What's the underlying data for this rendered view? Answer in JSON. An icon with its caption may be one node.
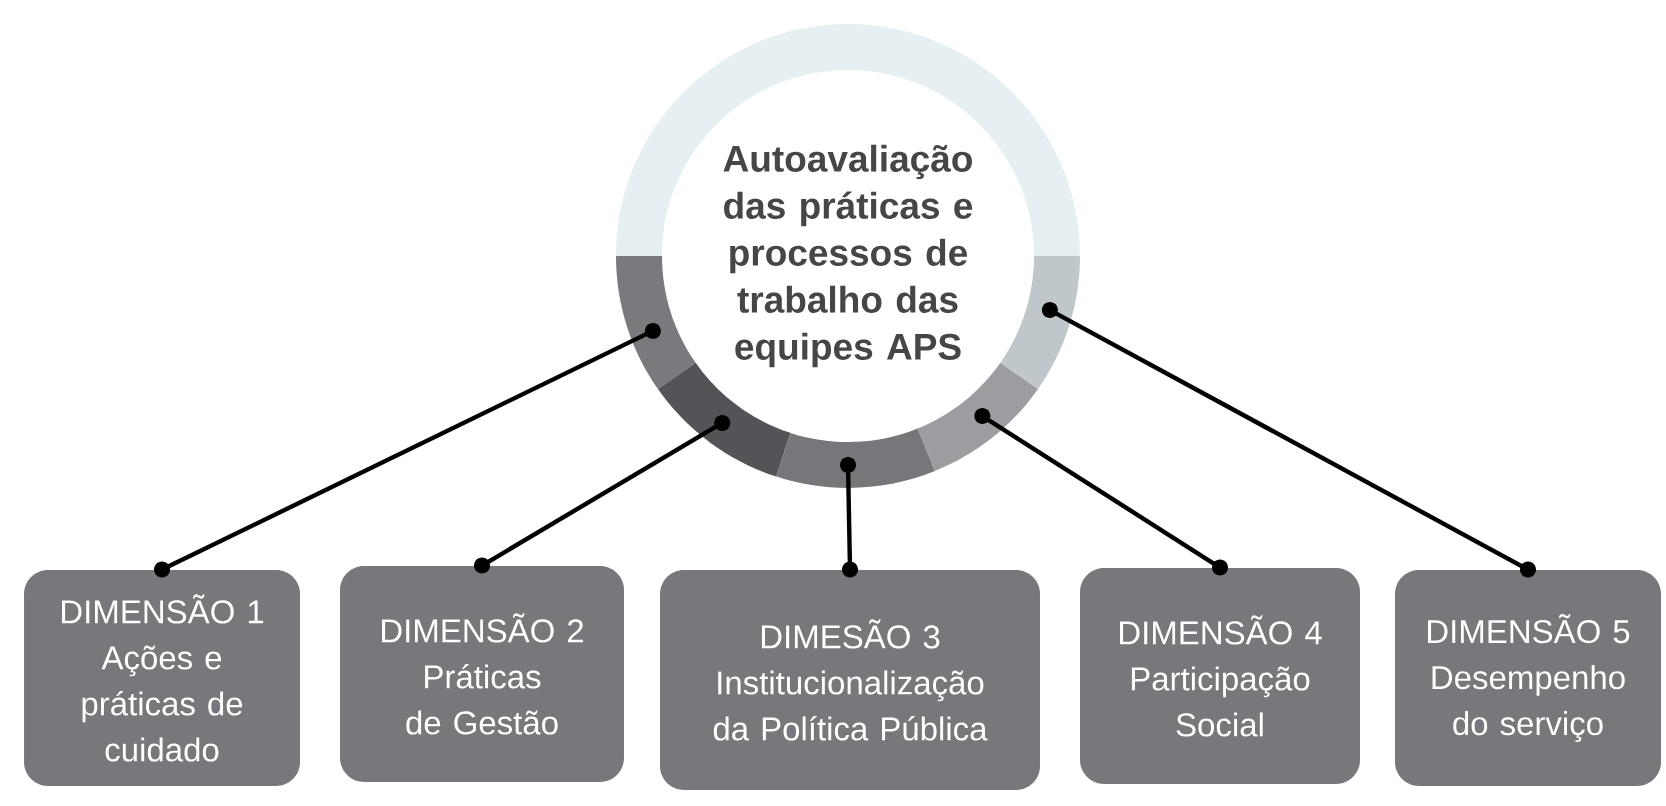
{
  "diagram": {
    "nodes": [
      {
        "text": [
          "Autoavaliação das práticas e processos de trabalho das equipes APS"
        ]
      },
      {
        "text": [
          "DIMENSÃO 1",
          "Ações e práticas de cuidado"
        ]
      },
      {
        "text": [
          "DIMENSÃO 2",
          "Práticas de Gestão"
        ]
      },
      {
        "text": [
          "DIMESÃO 3",
          "Institucionalização da Política Pública"
        ]
      },
      {
        "text": [
          "DIMENSÃO 4",
          "Participação Social"
        ]
      },
      {
        "text": [
          "DIMENSÃO 5",
          "Desempenho do serviço"
        ]
      }
    ],
    "edges": [
      {
        "from": 0,
        "to": 1,
        "arrow": "other"
      },
      {
        "from": 0,
        "to": 2,
        "arrow": "other"
      },
      {
        "from": 0,
        "to": 3,
        "arrow": "other"
      },
      {
        "from": 0,
        "to": 4,
        "arrow": "other"
      },
      {
        "from": 0,
        "to": 5,
        "arrow": "other"
      }
    ]
  }
}
